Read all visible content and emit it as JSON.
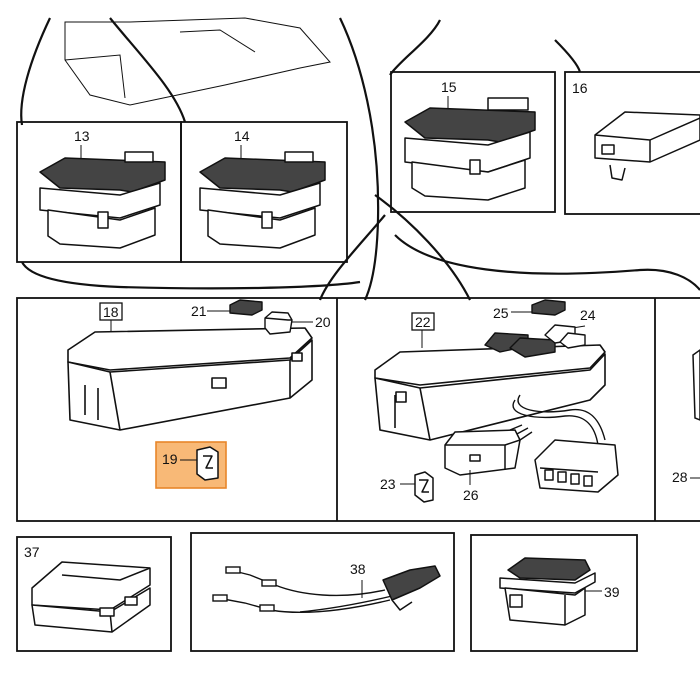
{
  "diagram": {
    "callouts": {
      "c13": "13",
      "c14": "14",
      "c15": "15",
      "c16": "16",
      "c18": "18",
      "c19": "19",
      "c20": "20",
      "c21": "21",
      "c22": "22",
      "c23": "23",
      "c24": "24",
      "c25": "25",
      "c26": "26",
      "c28": "28",
      "c37": "37",
      "c38": "38",
      "c39": "39"
    },
    "highlight_color": "#f6a14a",
    "line_color": "#111111"
  }
}
